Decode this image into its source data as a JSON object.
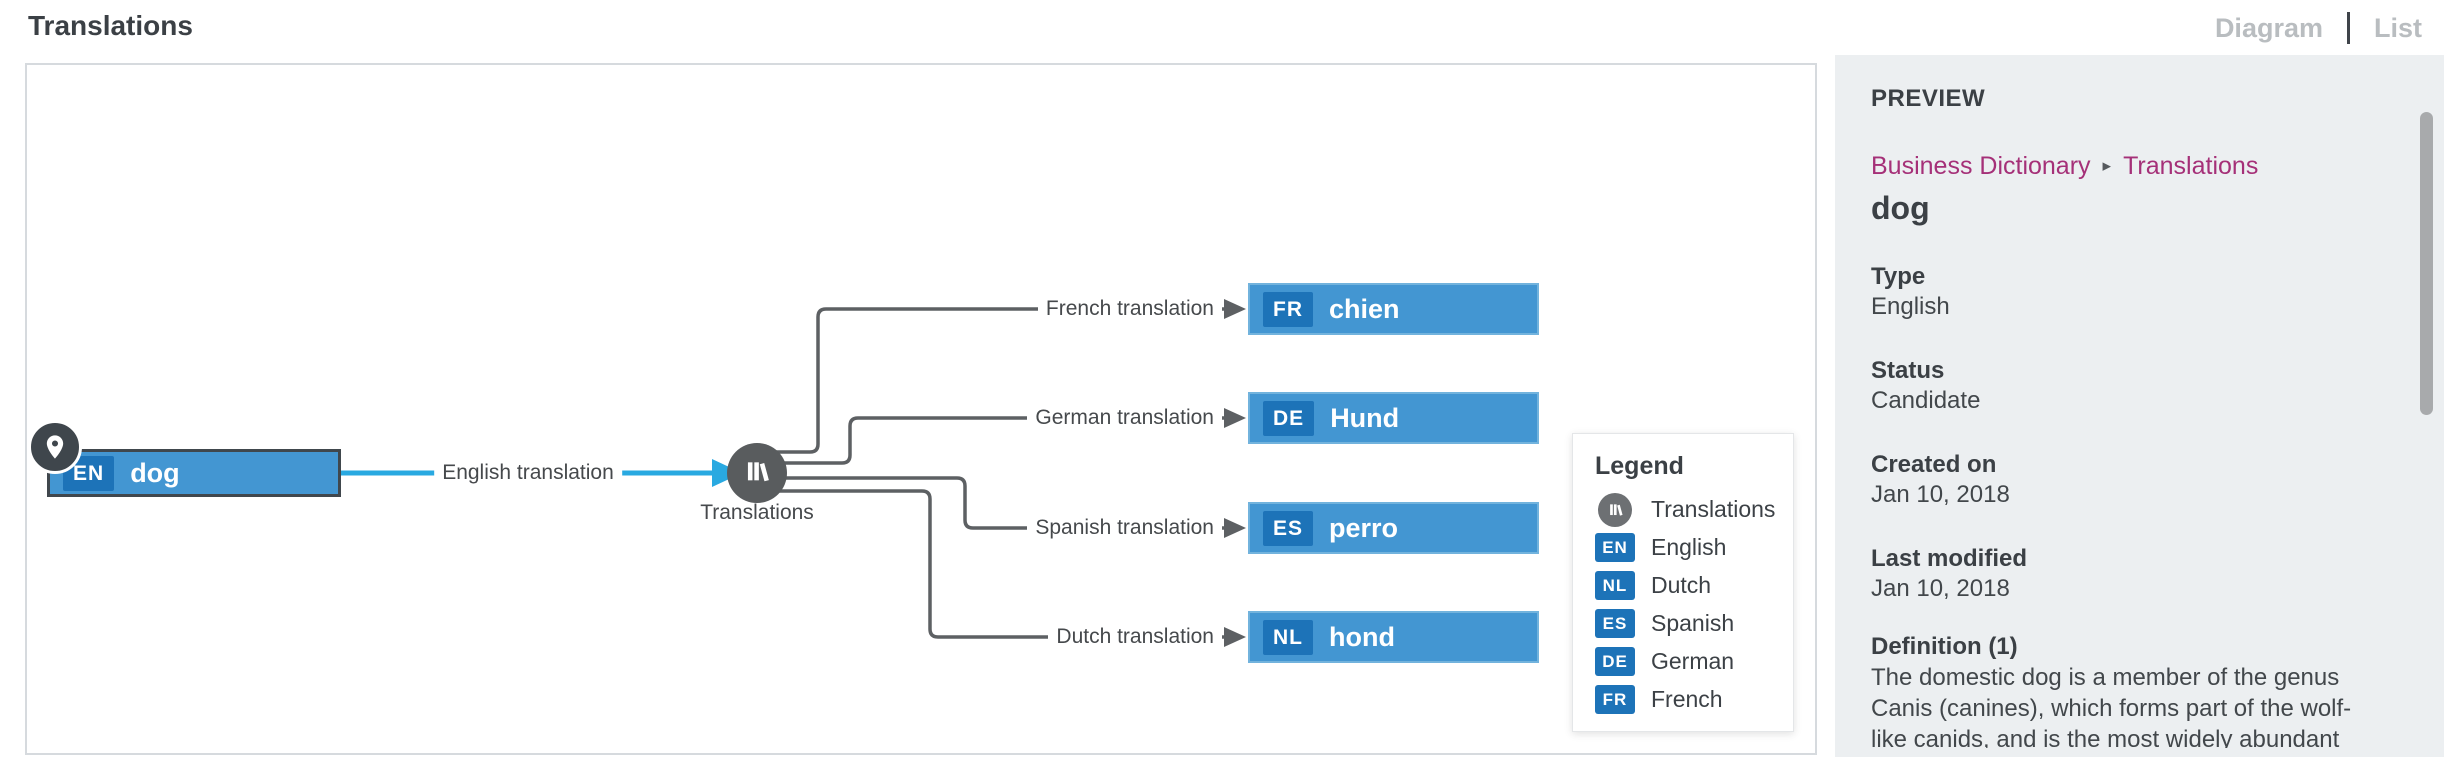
{
  "header": {
    "title": "Translations",
    "view_toggle": {
      "diagram": "Diagram",
      "list": "List"
    }
  },
  "diagram": {
    "source": {
      "badge": "EN",
      "label": "dog"
    },
    "source_relation": "English translation",
    "hub": {
      "label": "Translations",
      "icon": "books-icon"
    },
    "branches": [
      {
        "relation": "French translation",
        "badge": "FR",
        "label": "chien"
      },
      {
        "relation": "German translation",
        "badge": "DE",
        "label": "Hund"
      },
      {
        "relation": "Spanish translation",
        "badge": "ES",
        "label": "perro"
      },
      {
        "relation": "Dutch translation",
        "badge": "NL",
        "label": "hond"
      }
    ],
    "legend": {
      "title": "Legend",
      "items": [
        {
          "icon": "books-icon",
          "label": "Translations"
        },
        {
          "badge": "EN",
          "label": "English"
        },
        {
          "badge": "NL",
          "label": "Dutch"
        },
        {
          "badge": "ES",
          "label": "Spanish"
        },
        {
          "badge": "DE",
          "label": "German"
        },
        {
          "badge": "FR",
          "label": "French"
        }
      ]
    }
  },
  "preview": {
    "heading": "PREVIEW",
    "breadcrumb": {
      "parent": "Business Dictionary",
      "current": "Translations"
    },
    "title": "dog",
    "fields": [
      {
        "label": "Type",
        "value": "English"
      },
      {
        "label": "Status",
        "value": "Candidate"
      },
      {
        "label": "Created on",
        "value": "Jan 10, 2018"
      },
      {
        "label": "Last modified",
        "value": "Jan 10, 2018"
      }
    ],
    "definition": {
      "label": "Definition (1)",
      "lines": [
        "The domestic dog is a member of the genus",
        "Canis (canines), which forms part of the wolf-",
        "like canids, and is the most widely abundant"
      ]
    }
  },
  "colors": {
    "accent_blue": "#4396d2",
    "badge_blue": "#1d73b8",
    "relation_cyan": "#29a9e1",
    "wire_gray": "#5d6063",
    "breadcrumb_magenta": "#a53078",
    "panel_bg": "#eceff1"
  }
}
